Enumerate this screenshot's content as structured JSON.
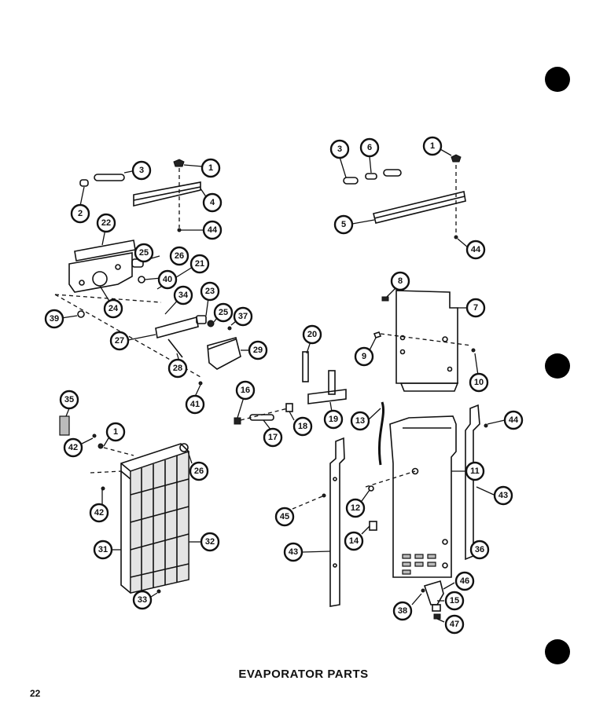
{
  "caption": "EVAPORATOR PARTS",
  "page_number": "22",
  "callouts": [
    "1",
    "2",
    "3",
    "4",
    "44",
    "22",
    "25",
    "26",
    "21",
    "40",
    "24",
    "39",
    "34",
    "23",
    "37",
    "27",
    "28",
    "29",
    "41",
    "3",
    "6",
    "1",
    "5",
    "44",
    "8",
    "7",
    "9",
    "10",
    "20",
    "16",
    "17",
    "18",
    "19",
    "13",
    "11",
    "44",
    "43",
    "35",
    "1",
    "42",
    "26",
    "42",
    "31",
    "32",
    "33",
    "45",
    "43",
    "12",
    "14",
    "36",
    "38",
    "46",
    "15",
    "47"
  ]
}
